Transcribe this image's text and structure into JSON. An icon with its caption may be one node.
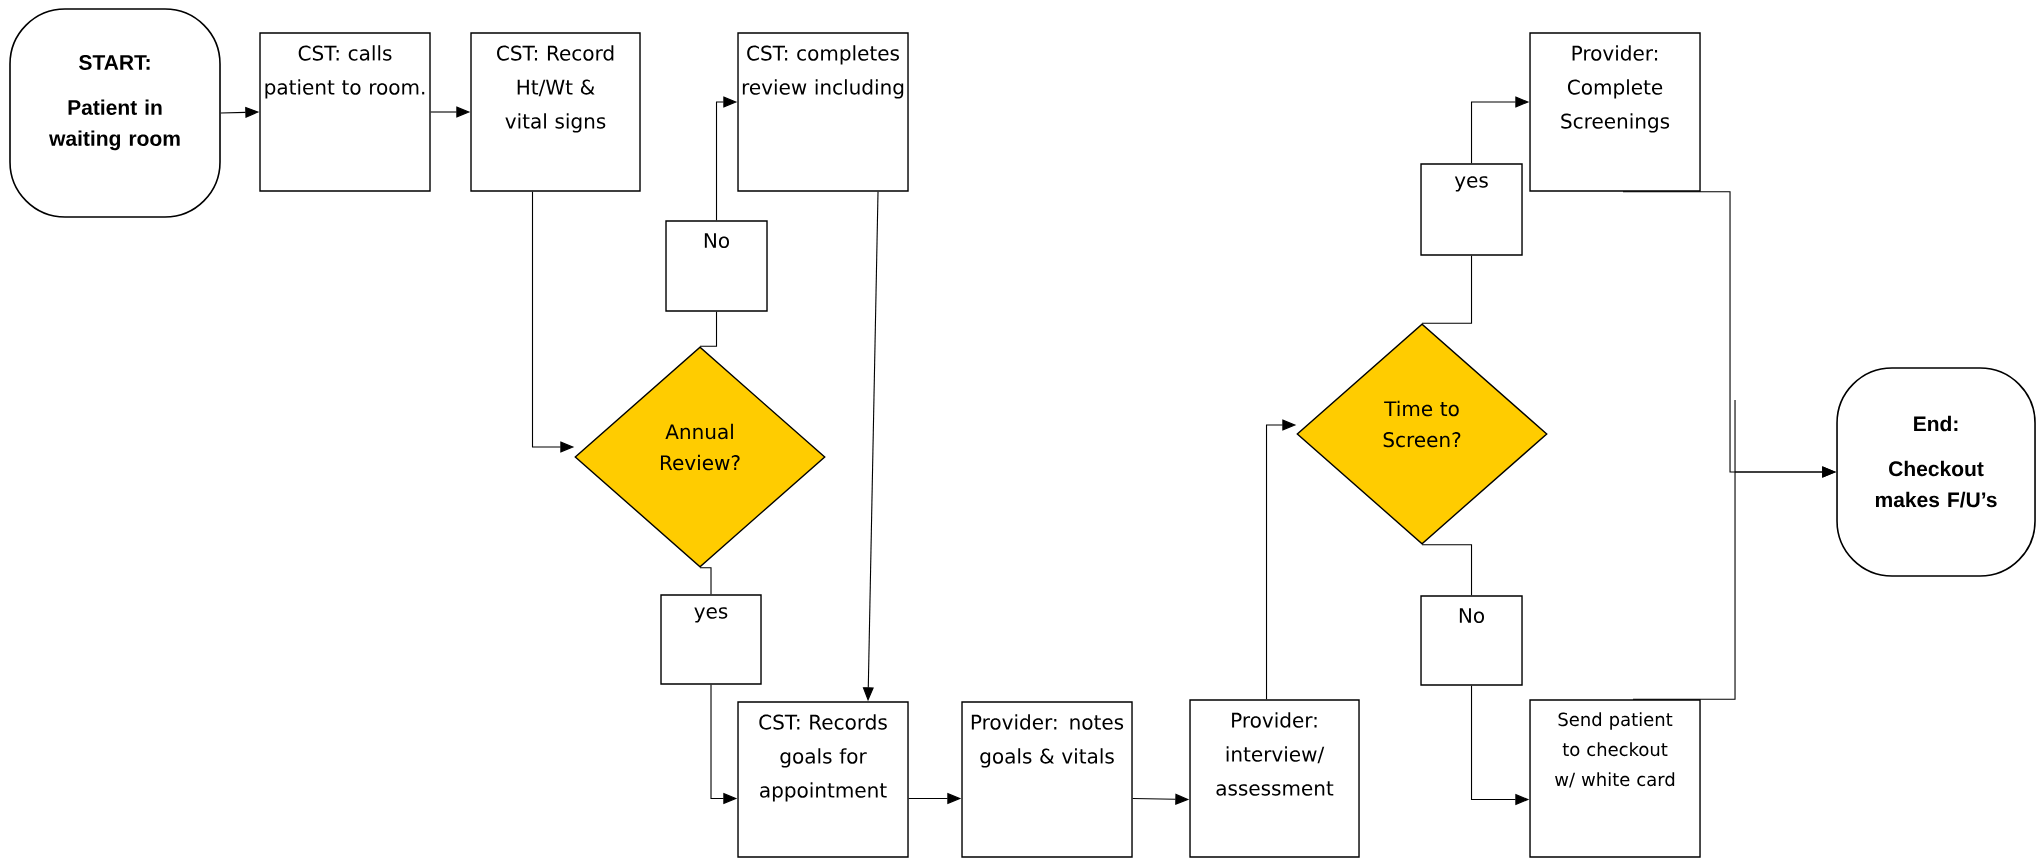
{
  "diagram": {
    "nodes": [
      {
        "text": [
          "START:",
          "Patient in waiting room"
        ]
      },
      {
        "text": [
          "CST: calls patient to room."
        ]
      },
      {
        "text": [
          "CST: Record Ht/Wt & vital signs"
        ]
      },
      {
        "text": [
          "CST: completes review including"
        ]
      },
      {
        "text": [
          "No"
        ]
      },
      {
        "text": [
          "Annual Review?"
        ]
      },
      {
        "text": [
          "yes"
        ]
      },
      {
        "text": [
          "CST: Records goals for appointment"
        ]
      },
      {
        "text": [
          "Provider: notes goals & vitals"
        ]
      },
      {
        "text": [
          "Provider: interview/ assessment"
        ]
      },
      {
        "text": [
          "Time to Screen?"
        ]
      },
      {
        "text": [
          "yes"
        ]
      },
      {
        "text": [
          "Provider: Complete Screenings"
        ]
      },
      {
        "text": [
          "No"
        ]
      },
      {
        "text": [
          "Send patient to checkout w/ white card"
        ]
      },
      {
        "text": [
          "End:",
          "Checkout makes F/U’s"
        ]
      }
    ],
    "edges": [
      {
        "from": 0,
        "to": 1,
        "arrow": "to"
      },
      {
        "from": 1,
        "to": 2,
        "arrow": "to"
      },
      {
        "from": 2,
        "to": 5,
        "arrow": "to"
      },
      {
        "from": 5,
        "to": 4,
        "arrow": "none"
      },
      {
        "from": 4,
        "to": 3,
        "arrow": "to"
      },
      {
        "from": 3,
        "to": 7,
        "arrow": "to"
      },
      {
        "from": 5,
        "to": 6,
        "arrow": "none"
      },
      {
        "from": 6,
        "to": 7,
        "arrow": "to"
      },
      {
        "from": 7,
        "to": 8,
        "arrow": "to"
      },
      {
        "from": 8,
        "to": 9,
        "arrow": "to"
      },
      {
        "from": 9,
        "to": 10,
        "arrow": "to"
      },
      {
        "from": 10,
        "to": 11,
        "arrow": "none"
      },
      {
        "from": 11,
        "to": 12,
        "arrow": "to"
      },
      {
        "from": 10,
        "to": 13,
        "arrow": "none"
      },
      {
        "from": 13,
        "to": 14,
        "arrow": "to"
      },
      {
        "from": 12,
        "to": 15,
        "arrow": "to"
      },
      {
        "from": 14,
        "to": 15,
        "arrow": "to"
      }
    ]
  }
}
